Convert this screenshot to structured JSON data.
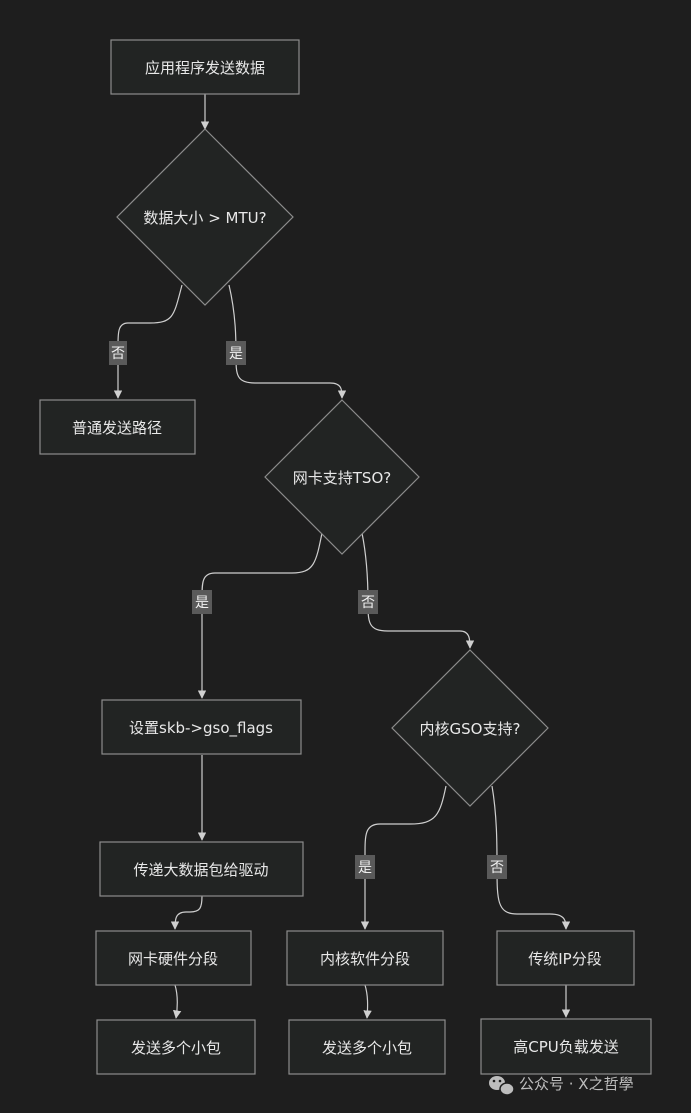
{
  "nodes": {
    "app_send": "应用程序发送数据",
    "size_check": "数据大小 > MTU?",
    "normal_path": "普通发送路径",
    "tso_check": "网卡支持TSO?",
    "set_gso": "设置skb->gso_flags",
    "pass_driver": "传递大数据包给驱动",
    "gso_check": "内核GSO支持?",
    "hw_seg": "网卡硬件分段",
    "kernel_seg": "内核软件分段",
    "ip_frag": "传统IP分段",
    "send_small_1": "发送多个小包",
    "send_small_2": "发送多个小包",
    "high_cpu": "高CPU负载发送"
  },
  "edge_labels": {
    "size_no": "否",
    "size_yes": "是",
    "tso_yes": "是",
    "tso_no": "否",
    "gso_yes": "是",
    "gso_no": "否"
  },
  "watermark": {
    "text": "公众号 · X之哲學",
    "icon": "wechat-icon"
  }
}
